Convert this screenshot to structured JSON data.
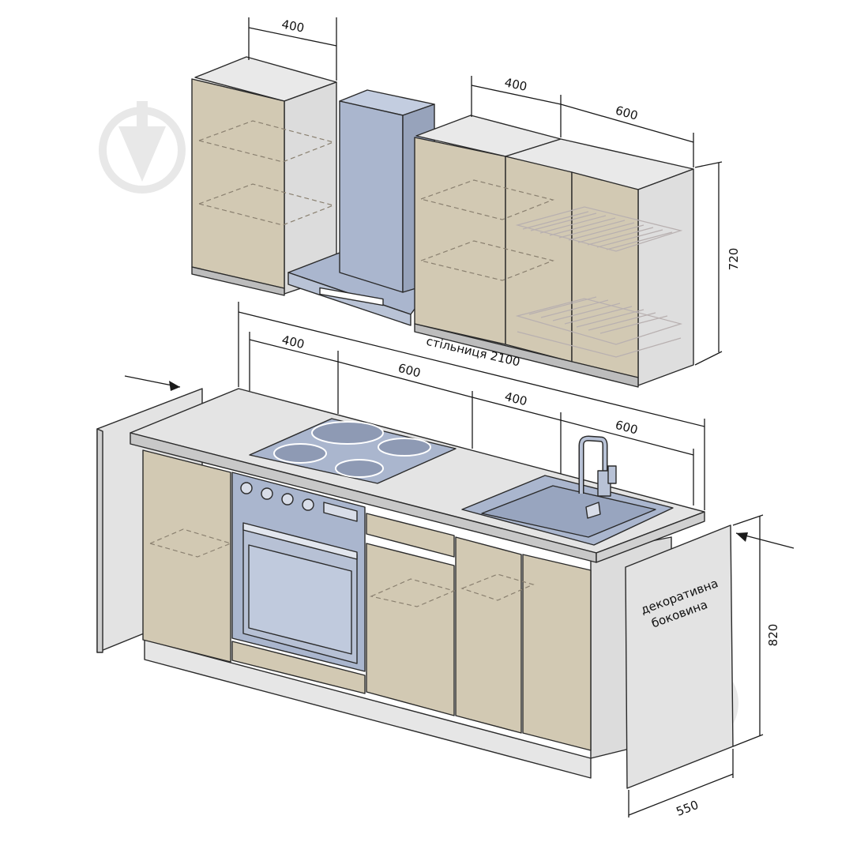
{
  "dimensions": {
    "upper_left_width": "400",
    "upper_mid_width": "400",
    "upper_right_width": "600",
    "upper_height": "720",
    "worktop_length": "стільниця 2100",
    "lower_400": "400",
    "lower_600_hob": "600",
    "lower_400_mid": "400",
    "lower_600_sink": "600",
    "base_height": "820",
    "side_depth": "550"
  },
  "labels": {
    "side_panel_line1": "декоративна",
    "side_panel_line2": "боковина"
  },
  "colors": {
    "facade": "#d2c9b3",
    "carcass": "#dedede",
    "appliance": "#aab6ce",
    "worktop": "#e4e4e4",
    "panel": "#e3e3e3",
    "watermark": "#e6e6e6"
  },
  "icons": [
    "watermark-logo-icon"
  ]
}
